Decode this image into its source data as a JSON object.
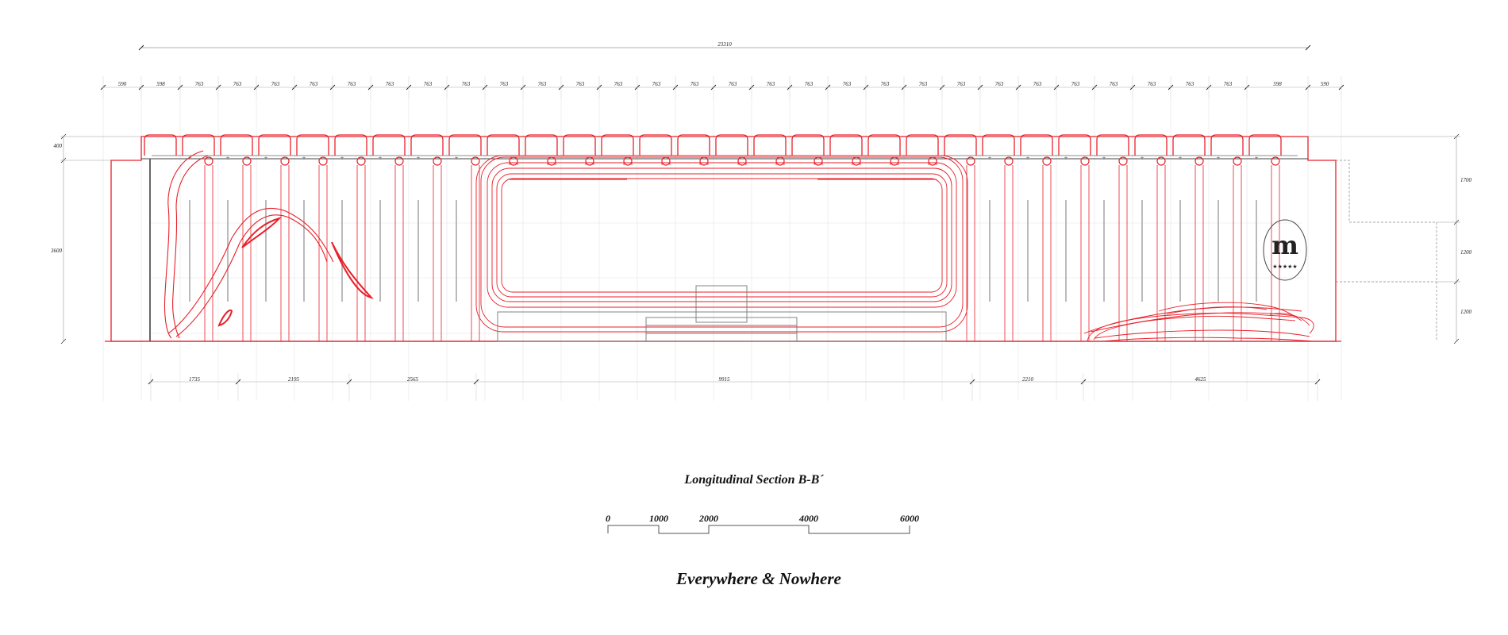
{
  "drawing": {
    "overall_dimension": "23310",
    "top_dimensions": [
      "590",
      "598",
      "763",
      "763",
      "763",
      "763",
      "763",
      "763",
      "763",
      "763",
      "763",
      "763",
      "763",
      "763",
      "763",
      "763",
      "763",
      "763",
      "763",
      "763",
      "763",
      "763",
      "763",
      "763",
      "763",
      "763",
      "763",
      "763",
      "763",
      "763",
      "598",
      "590"
    ],
    "bottom_dimensions": [
      "1735",
      "2195",
      "2565",
      "9915",
      "2210",
      "4625"
    ],
    "left_dimensions": [
      "400",
      "3600"
    ],
    "right_dimensions": [
      "1700",
      "1200",
      "1200"
    ],
    "logo_letter": "m",
    "logo_stars": "★★★★★"
  },
  "caption": {
    "section_title": "Longitudinal Section B-B´",
    "project_title": "Everywhere & Nowhere"
  },
  "scale_bar": {
    "ticks": [
      "0",
      "1000",
      "2000",
      "4000",
      "6000"
    ]
  },
  "colors": {
    "accent": "#e8202a",
    "line": "#555555",
    "light_line": "#bbbbbb"
  }
}
